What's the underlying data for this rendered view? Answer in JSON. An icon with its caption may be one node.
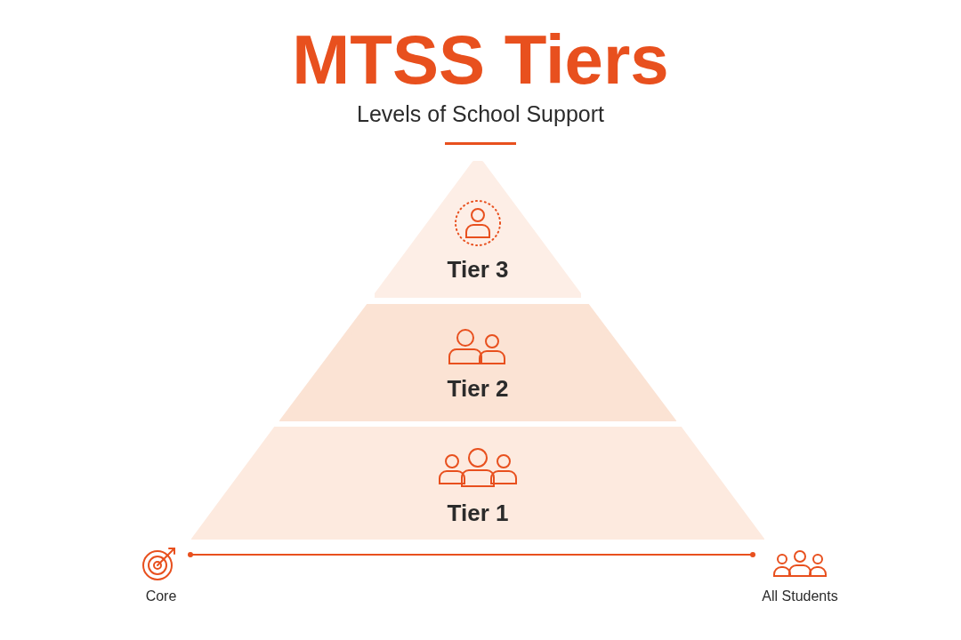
{
  "diagram": {
    "title": "MTSS Tiers",
    "nodes": [
      {
        "text": [
          "Tier 3"
        ]
      },
      {
        "text": [
          "Tier 2"
        ]
      },
      {
        "text": [
          "Tier 1"
        ]
      },
      {
        "text": [
          "Core"
        ]
      },
      {
        "text": [
          "All Students"
        ]
      }
    ],
    "edges": [
      {
        "from": 3,
        "to": 4,
        "arrow": "other"
      }
    ],
    "labels": [
      "Levels of School Support"
    ]
  }
}
